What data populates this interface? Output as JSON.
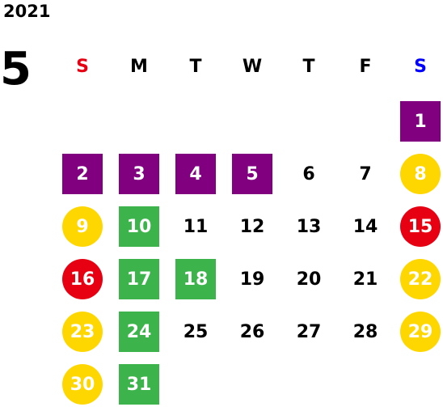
{
  "header": {
    "year": "2021",
    "month": "5"
  },
  "weekdays": [
    {
      "label": "S",
      "color": "#e60012"
    },
    {
      "label": "M",
      "color": "#000000"
    },
    {
      "label": "T",
      "color": "#000000"
    },
    {
      "label": "W",
      "color": "#000000"
    },
    {
      "label": "T",
      "color": "#000000"
    },
    {
      "label": "F",
      "color": "#000000"
    },
    {
      "label": "S",
      "color": "#0000ff"
    }
  ],
  "days": [
    {
      "label": "1",
      "style": "purple"
    },
    {
      "label": "2",
      "style": "purple"
    },
    {
      "label": "3",
      "style": "purple"
    },
    {
      "label": "4",
      "style": "purple"
    },
    {
      "label": "5",
      "style": "purple"
    },
    {
      "label": "6",
      "style": "plain"
    },
    {
      "label": "7",
      "style": "plain"
    },
    {
      "label": "8",
      "style": "yellow"
    },
    {
      "label": "9",
      "style": "yellow"
    },
    {
      "label": "10",
      "style": "green"
    },
    {
      "label": "11",
      "style": "plain"
    },
    {
      "label": "12",
      "style": "plain"
    },
    {
      "label": "13",
      "style": "plain"
    },
    {
      "label": "14",
      "style": "plain"
    },
    {
      "label": "15",
      "style": "red"
    },
    {
      "label": "16",
      "style": "red"
    },
    {
      "label": "17",
      "style": "green"
    },
    {
      "label": "18",
      "style": "green"
    },
    {
      "label": "19",
      "style": "plain"
    },
    {
      "label": "20",
      "style": "plain"
    },
    {
      "label": "21",
      "style": "plain"
    },
    {
      "label": "22",
      "style": "yellow"
    },
    {
      "label": "23",
      "style": "yellow"
    },
    {
      "label": "24",
      "style": "green"
    },
    {
      "label": "25",
      "style": "plain"
    },
    {
      "label": "26",
      "style": "plain"
    },
    {
      "label": "27",
      "style": "plain"
    },
    {
      "label": "28",
      "style": "plain"
    },
    {
      "label": "29",
      "style": "yellow"
    },
    {
      "label": "30",
      "style": "yellow"
    },
    {
      "label": "31",
      "style": "green"
    }
  ],
  "colors": {
    "purple": "#800080",
    "green": "#3cb44b",
    "yellow": "#ffd700",
    "red": "#e60012"
  }
}
